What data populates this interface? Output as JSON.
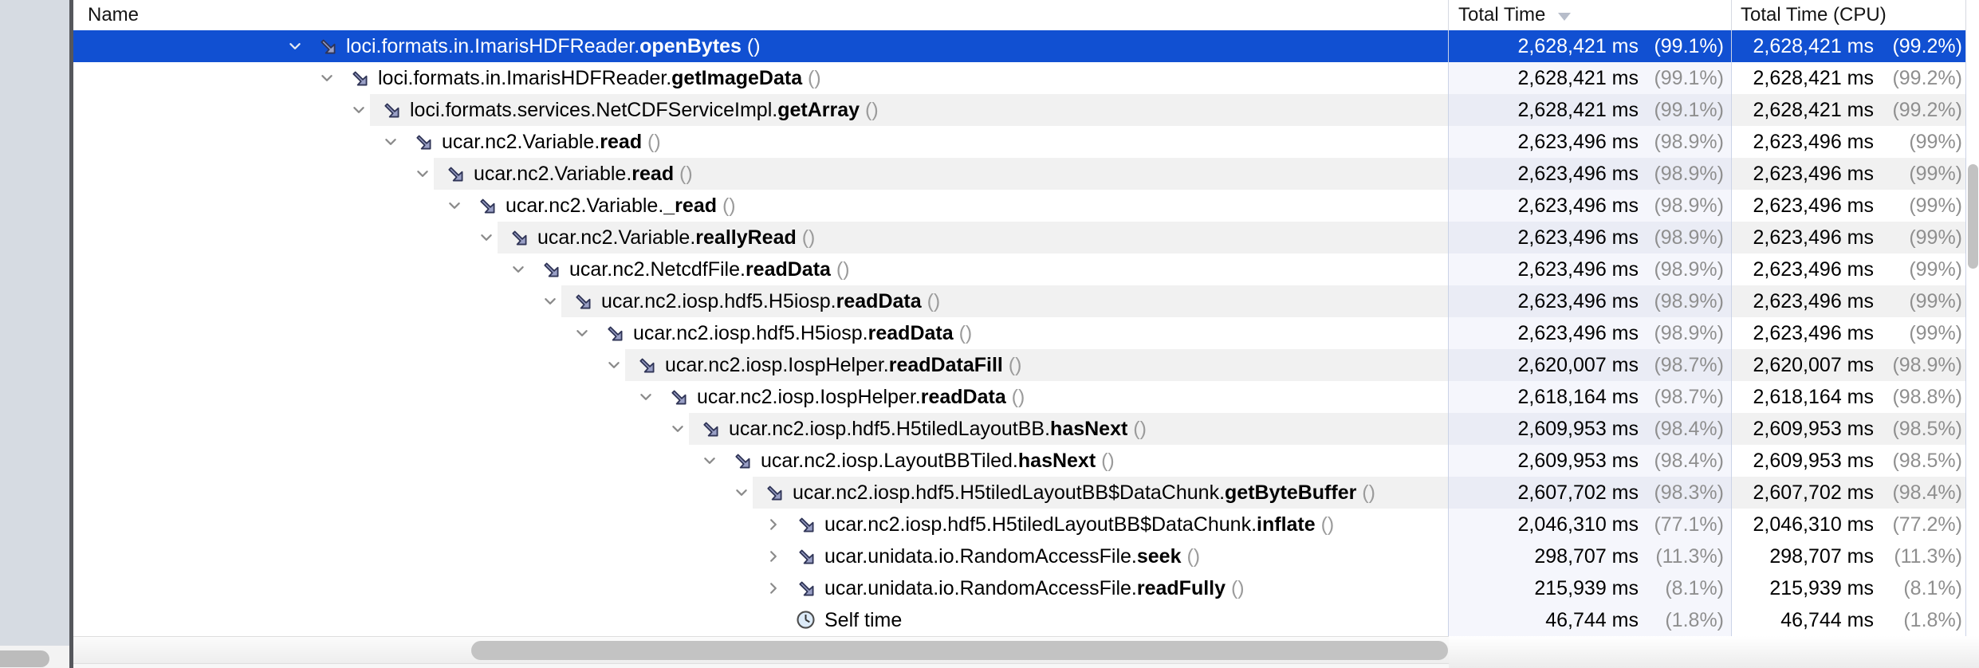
{
  "table": {
    "columns": [
      {
        "label": "Name",
        "sorted": false
      },
      {
        "label": "Total Time",
        "sorted": true,
        "sort_direction": "desc"
      },
      {
        "label": "Total Time (CPU)",
        "sorted": false
      }
    ],
    "rows": [
      {
        "depth": 0,
        "expand": "expanded",
        "icon": "call-arrow",
        "selected": true,
        "prefix": "loci.formats.in.ImarisHDFReader.",
        "method": "openBytes",
        "suffix": " ()",
        "total_time": "2,628,421 ms",
        "total_time_pct": "(99.1%)",
        "cpu_time": "2,628,421 ms",
        "cpu_pct": "(99.2%)"
      },
      {
        "depth": 1,
        "expand": "expanded",
        "icon": "call-arrow",
        "selected": false,
        "prefix": "loci.formats.in.ImarisHDFReader.",
        "method": "getImageData",
        "suffix": " ()",
        "total_time": "2,628,421 ms",
        "total_time_pct": "(99.1%)",
        "cpu_time": "2,628,421 ms",
        "cpu_pct": "(99.2%)"
      },
      {
        "depth": 2,
        "expand": "expanded",
        "icon": "call-arrow",
        "selected": false,
        "prefix": "loci.formats.services.NetCDFServiceImpl.",
        "method": "getArray",
        "suffix": " ()",
        "total_time": "2,628,421 ms",
        "total_time_pct": "(99.1%)",
        "cpu_time": "2,628,421 ms",
        "cpu_pct": "(99.2%)"
      },
      {
        "depth": 3,
        "expand": "expanded",
        "icon": "call-arrow",
        "selected": false,
        "prefix": "ucar.nc2.Variable.",
        "method": "read",
        "suffix": " ()",
        "total_time": "2,623,496 ms",
        "total_time_pct": "(98.9%)",
        "cpu_time": "2,623,496 ms",
        "cpu_pct": "(99%)"
      },
      {
        "depth": 4,
        "expand": "expanded",
        "icon": "call-arrow",
        "selected": false,
        "prefix": "ucar.nc2.Variable.",
        "method": "read",
        "suffix": " ()",
        "total_time": "2,623,496 ms",
        "total_time_pct": "(98.9%)",
        "cpu_time": "2,623,496 ms",
        "cpu_pct": "(99%)"
      },
      {
        "depth": 5,
        "expand": "expanded",
        "icon": "call-arrow",
        "selected": false,
        "prefix": "ucar.nc2.Variable.",
        "method": "_read",
        "suffix": " ()",
        "total_time": "2,623,496 ms",
        "total_time_pct": "(98.9%)",
        "cpu_time": "2,623,496 ms",
        "cpu_pct": "(99%)"
      },
      {
        "depth": 6,
        "expand": "expanded",
        "icon": "call-arrow",
        "selected": false,
        "prefix": "ucar.nc2.Variable.",
        "method": "reallyRead",
        "suffix": " ()",
        "total_time": "2,623,496 ms",
        "total_time_pct": "(98.9%)",
        "cpu_time": "2,623,496 ms",
        "cpu_pct": "(99%)"
      },
      {
        "depth": 7,
        "expand": "expanded",
        "icon": "call-arrow",
        "selected": false,
        "prefix": "ucar.nc2.NetcdfFile.",
        "method": "readData",
        "suffix": " ()",
        "total_time": "2,623,496 ms",
        "total_time_pct": "(98.9%)",
        "cpu_time": "2,623,496 ms",
        "cpu_pct": "(99%)"
      },
      {
        "depth": 8,
        "expand": "expanded",
        "icon": "call-arrow",
        "selected": false,
        "prefix": "ucar.nc2.iosp.hdf5.H5iosp.",
        "method": "readData",
        "suffix": " ()",
        "total_time": "2,623,496 ms",
        "total_time_pct": "(98.9%)",
        "cpu_time": "2,623,496 ms",
        "cpu_pct": "(99%)"
      },
      {
        "depth": 9,
        "expand": "expanded",
        "icon": "call-arrow",
        "selected": false,
        "prefix": "ucar.nc2.iosp.hdf5.H5iosp.",
        "method": "readData",
        "suffix": " ()",
        "total_time": "2,623,496 ms",
        "total_time_pct": "(98.9%)",
        "cpu_time": "2,623,496 ms",
        "cpu_pct": "(99%)"
      },
      {
        "depth": 10,
        "expand": "expanded",
        "icon": "call-arrow",
        "selected": false,
        "prefix": "ucar.nc2.iosp.IospHelper.",
        "method": "readDataFill",
        "suffix": " ()",
        "total_time": "2,620,007 ms",
        "total_time_pct": "(98.7%)",
        "cpu_time": "2,620,007 ms",
        "cpu_pct": "(98.9%)"
      },
      {
        "depth": 11,
        "expand": "expanded",
        "icon": "call-arrow",
        "selected": false,
        "prefix": "ucar.nc2.iosp.IospHelper.",
        "method": "readData",
        "suffix": " ()",
        "total_time": "2,618,164 ms",
        "total_time_pct": "(98.7%)",
        "cpu_time": "2,618,164 ms",
        "cpu_pct": "(98.8%)"
      },
      {
        "depth": 12,
        "expand": "expanded",
        "icon": "call-arrow",
        "selected": false,
        "prefix": "ucar.nc2.iosp.hdf5.H5tiledLayoutBB.",
        "method": "hasNext",
        "suffix": " ()",
        "total_time": "2,609,953 ms",
        "total_time_pct": "(98.4%)",
        "cpu_time": "2,609,953 ms",
        "cpu_pct": "(98.5%)"
      },
      {
        "depth": 13,
        "expand": "expanded",
        "icon": "call-arrow",
        "selected": false,
        "prefix": "ucar.nc2.iosp.LayoutBBTiled.",
        "method": "hasNext",
        "suffix": " ()",
        "total_time": "2,609,953 ms",
        "total_time_pct": "(98.4%)",
        "cpu_time": "2,609,953 ms",
        "cpu_pct": "(98.5%)"
      },
      {
        "depth": 14,
        "expand": "expanded",
        "icon": "call-arrow",
        "selected": false,
        "prefix": "ucar.nc2.iosp.hdf5.H5tiledLayoutBB$DataChunk.",
        "method": "getByteBuffer",
        "suffix": " ()",
        "total_time": "2,607,702 ms",
        "total_time_pct": "(98.3%)",
        "cpu_time": "2,607,702 ms",
        "cpu_pct": "(98.4%)"
      },
      {
        "depth": 15,
        "expand": "collapsed",
        "icon": "call-arrow",
        "selected": false,
        "prefix": "ucar.nc2.iosp.hdf5.H5tiledLayoutBB$DataChunk.",
        "method": "inflate",
        "suffix": " ()",
        "total_time": "2,046,310 ms",
        "total_time_pct": "(77.1%)",
        "cpu_time": "2,046,310 ms",
        "cpu_pct": "(77.2%)"
      },
      {
        "depth": 15,
        "expand": "collapsed",
        "icon": "call-arrow",
        "selected": false,
        "prefix": "ucar.unidata.io.RandomAccessFile.",
        "method": "seek",
        "suffix": " ()",
        "total_time": "298,707 ms",
        "total_time_pct": "(11.3%)",
        "cpu_time": "298,707 ms",
        "cpu_pct": "(11.3%)"
      },
      {
        "depth": 15,
        "expand": "collapsed",
        "icon": "call-arrow",
        "selected": false,
        "prefix": "ucar.unidata.io.RandomAccessFile.",
        "method": "readFully",
        "suffix": " ()",
        "total_time": "215,939 ms",
        "total_time_pct": "(8.1%)",
        "cpu_time": "215,939 ms",
        "cpu_pct": "(8.1%)"
      },
      {
        "depth": 15,
        "expand": "none",
        "icon": "clock",
        "selected": false,
        "prefix": "Self time",
        "method": "",
        "suffix": "",
        "total_time": "46,744 ms",
        "total_time_pct": "(1.8%)",
        "cpu_time": "46,744 ms",
        "cpu_pct": "(1.8%)"
      }
    ]
  },
  "colors": {
    "selection_blue": "#1150d2",
    "row_stripe": "#f1f1f1",
    "sorted_column_tint": "#f5f6fc",
    "sorted_column_tint_striped": "#eaecf5",
    "percent_text": "#8f8f8f",
    "splitter": "#55575c",
    "side_panel": "#d6dbe2"
  }
}
